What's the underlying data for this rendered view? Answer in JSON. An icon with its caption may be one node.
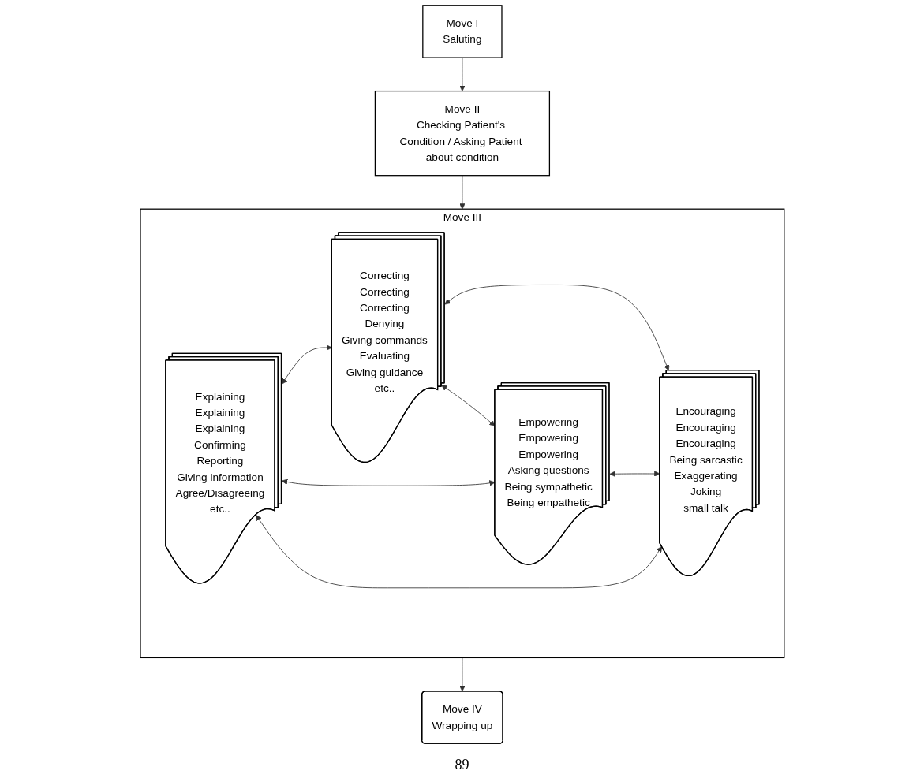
{
  "diagram": {
    "nodes": [
      {
        "text": [
          "Move I",
          "Saluting"
        ]
      },
      {
        "text": [
          "Move II",
          "Checking Patient's Condition / Asking Patient about condition"
        ]
      },
      {
        "text": [
          "Move III"
        ]
      },
      {
        "text": [
          "Explaining",
          "Explaining",
          "Explaining",
          "Confirming",
          "Reporting",
          "Giving information",
          "Agree/Disagreeing",
          "etc.."
        ],
        "in": 2
      },
      {
        "text": [
          "Correcting",
          "Correcting",
          "Correcting",
          "Denying",
          "Giving commands",
          "Evaluating",
          "Giving guidance",
          "etc.."
        ],
        "in": 2
      },
      {
        "text": [
          "Empowering",
          "Empowering",
          "Empowering",
          "Asking questions",
          "Being sympathetic",
          "Being empathetic"
        ],
        "in": 2
      },
      {
        "text": [
          "Encouraging",
          "Encouraging",
          "Encouraging",
          "Being sarcastic",
          "Exaggerating",
          "Joking",
          "small talk"
        ],
        "in": 2
      },
      {
        "text": [
          "Move IV",
          "Wrapping up"
        ]
      }
    ],
    "edges": [
      {
        "from": 0,
        "to": 1,
        "arrow": "to"
      },
      {
        "from": 1,
        "to": 2,
        "arrow": "to"
      },
      {
        "from": 3,
        "to": 4,
        "arrow": "both"
      },
      {
        "from": 3,
        "to": 5,
        "arrow": "both"
      },
      {
        "from": 4,
        "to": 6,
        "arrow": "both"
      },
      {
        "from": 5,
        "to": 6,
        "arrow": "both"
      },
      {
        "from": 3,
        "to": 6,
        "arrow": "both"
      },
      {
        "from": 4,
        "to": 5,
        "arrow": "both"
      },
      {
        "from": 2,
        "to": 7,
        "arrow": "to"
      }
    ],
    "labels": [
      "89"
    ]
  }
}
